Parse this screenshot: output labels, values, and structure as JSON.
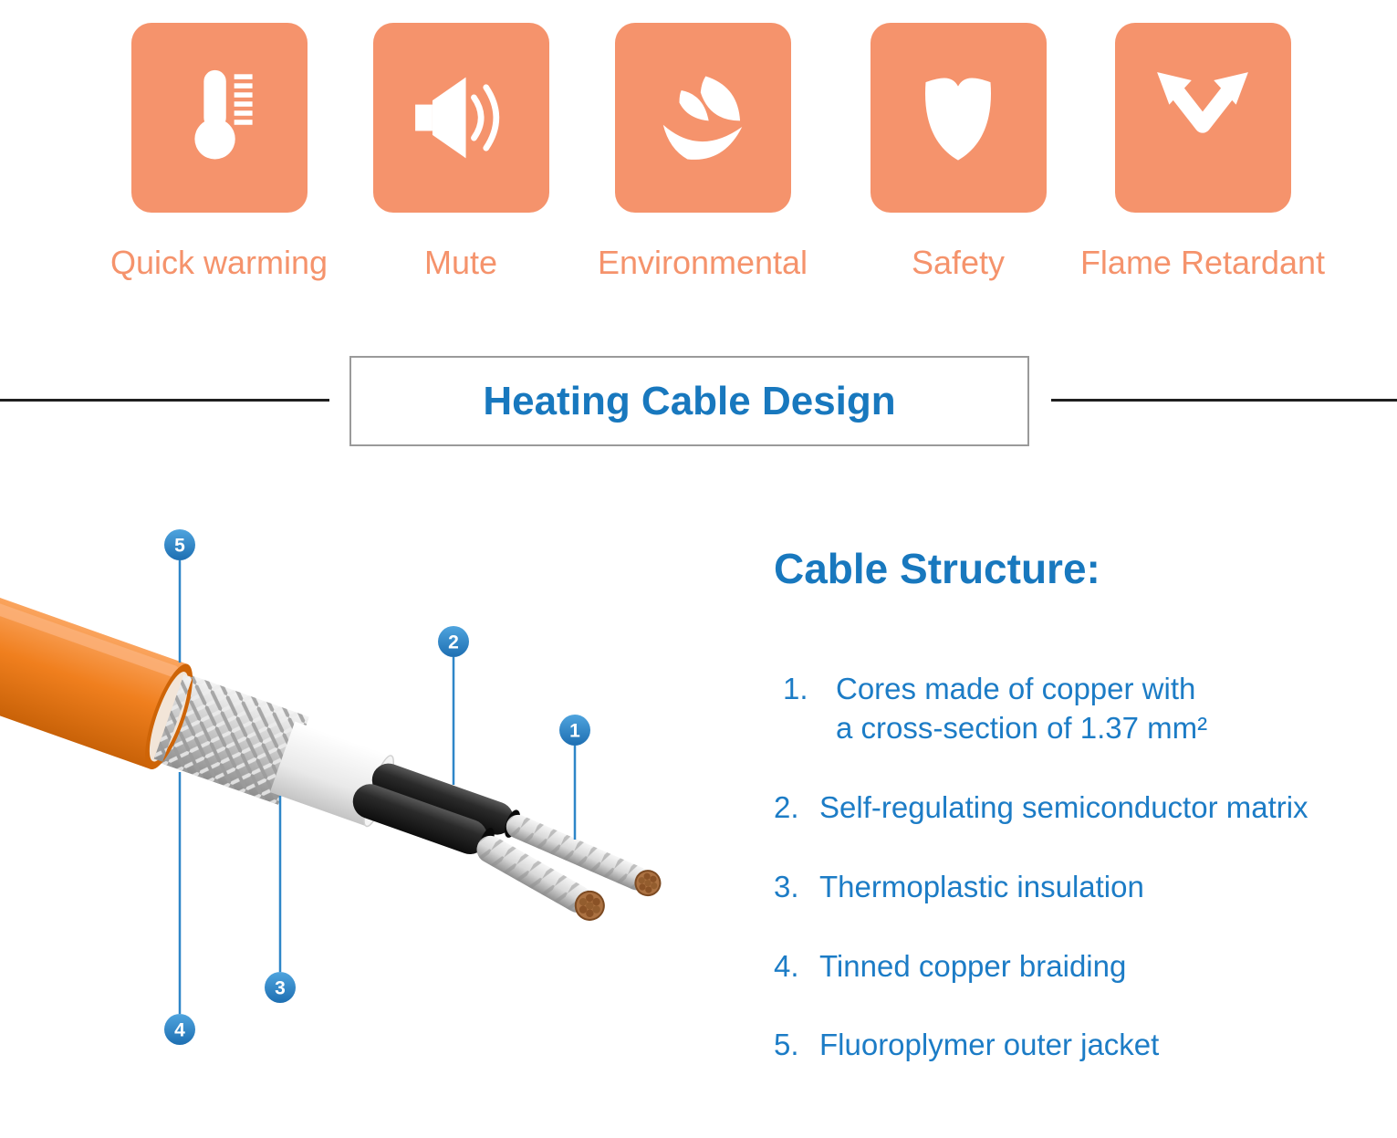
{
  "features": [
    {
      "label": "Quick warming",
      "icon": "thermometer-icon"
    },
    {
      "label": "Mute",
      "icon": "speaker-waves-icon"
    },
    {
      "label": "Environmental",
      "icon": "leaf-hand-icon"
    },
    {
      "label": "Safety",
      "icon": "shield-icon"
    },
    {
      "label": "Flame Retardant",
      "icon": "diverging-arrows-icon"
    }
  ],
  "section_title": "Heating Cable Design",
  "structure": {
    "heading": "Cable Structure:",
    "items": [
      {
        "num": "1.",
        "text": "Cores made of copper with\na cross-section of 1.37 mm²"
      },
      {
        "num": "2.",
        "text": "Self-regulating semiconductor matrix"
      },
      {
        "num": "3.",
        "text": "Thermoplastic insulation"
      },
      {
        "num": "4.",
        "text": "Tinned copper braiding"
      },
      {
        "num": "5.",
        "text": "Fluoroplymer outer jacket"
      }
    ]
  },
  "callouts": [
    "1",
    "2",
    "3",
    "4",
    "5"
  ],
  "colors": {
    "tile_orange": "#F5936C",
    "text_blue": "#1878BE",
    "cable_orange": "#F07F1E",
    "callout_blue": "#2E86C8"
  }
}
